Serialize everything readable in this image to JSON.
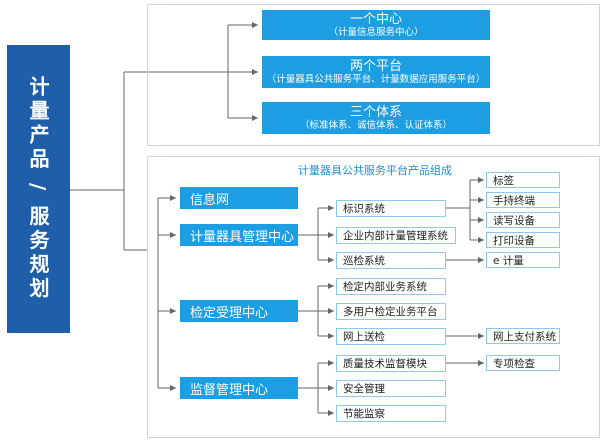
{
  "title": "计量产品 / 服务规划",
  "top": [
    {
      "main": "一个中心",
      "sub": "（计量信息服务中心）"
    },
    {
      "main": "两个平台",
      "sub": "（计量器具公共服务平台、计量数据应用服务平台）"
    },
    {
      "main": "三个体系",
      "sub": "（标准体系、诚信体系、认证体系）"
    }
  ],
  "panel_title": "计量器具公共服务平台产品组成",
  "categories": [
    "信息网",
    "计量器具管理中心",
    "检定受理中心",
    "监督管理中心"
  ],
  "items": {
    "biaoshi": "标识系统",
    "qiye": "企业内部计量管理系统",
    "xunjian": "巡检系统",
    "jianding_neibu": "检定内部业务系统",
    "duoyonghu": "多用户检定业务平台",
    "wangshang": "网上送检",
    "zhiliang": "质量技术监督模块",
    "anquan": "安全管理",
    "jieneng": "节能监察"
  },
  "leaves": {
    "biaoqian": "标签",
    "shouchi": "手持终端",
    "duxie": "读写设备",
    "dayin": "打印设备",
    "ejiliang": "e 计量",
    "zhifu": "网上支付系统",
    "zhuanxiang": "专项检查"
  }
}
